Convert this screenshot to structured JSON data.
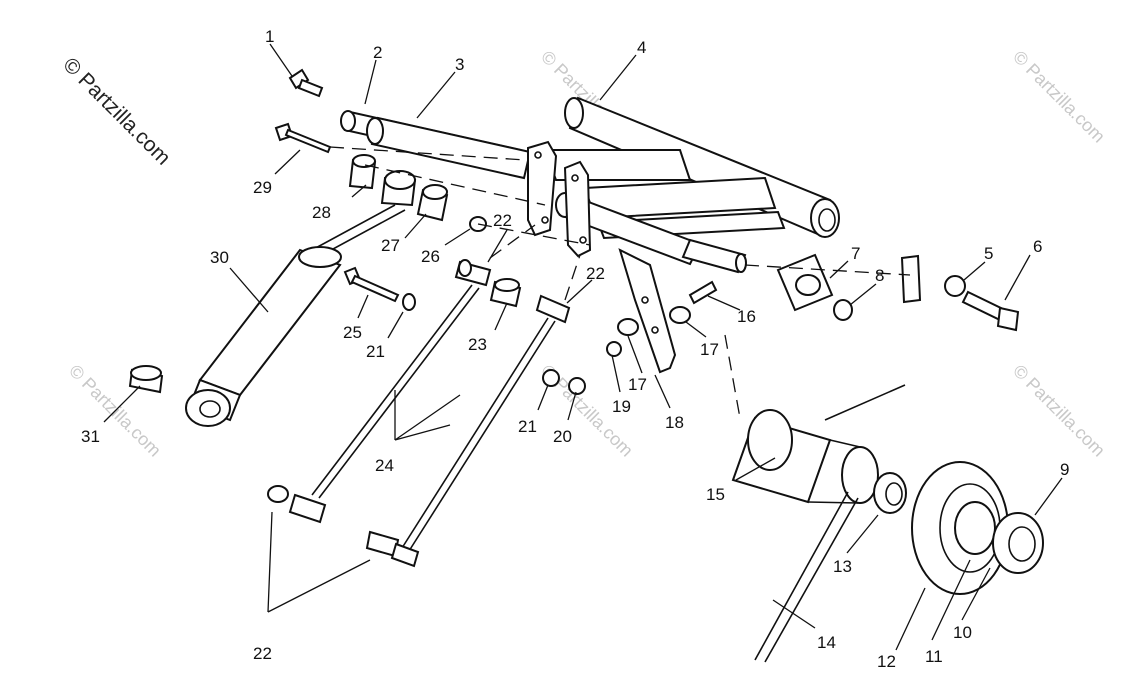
{
  "copyright": "© Partzilla.com",
  "watermark": "© Partzilla.com",
  "callouts": [
    "1",
    "2",
    "3",
    "4",
    "5",
    "6",
    "7",
    "8",
    "9",
    "10",
    "11",
    "12",
    "13",
    "14",
    "15",
    "16",
    "17",
    "17",
    "18",
    "19",
    "20",
    "21",
    "21",
    "22",
    "22",
    "22",
    "23",
    "24",
    "25",
    "26",
    "27",
    "28",
    "29",
    "30",
    "31"
  ]
}
